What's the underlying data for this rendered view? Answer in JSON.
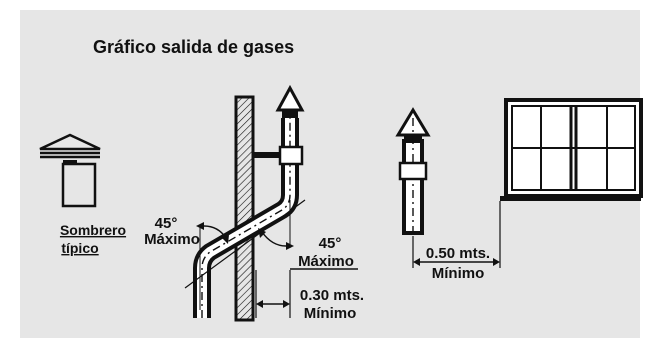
{
  "title": "Gráfico salida de gases",
  "cap": {
    "label_line1": "Sombrero",
    "label_line2": "típico"
  },
  "angles": {
    "left_value": "45°",
    "left_caption": "Máximo",
    "right_value": "45°",
    "right_caption": "Máximo"
  },
  "wall_clearance": {
    "value": "0.30 mts.",
    "caption": "Mínimo"
  },
  "window_clearance": {
    "value": "0.50 mts.",
    "caption": "Mínimo"
  },
  "colors": {
    "background": "#e6e6e6",
    "line": "#111111",
    "fill_light": "#ffffff"
  }
}
